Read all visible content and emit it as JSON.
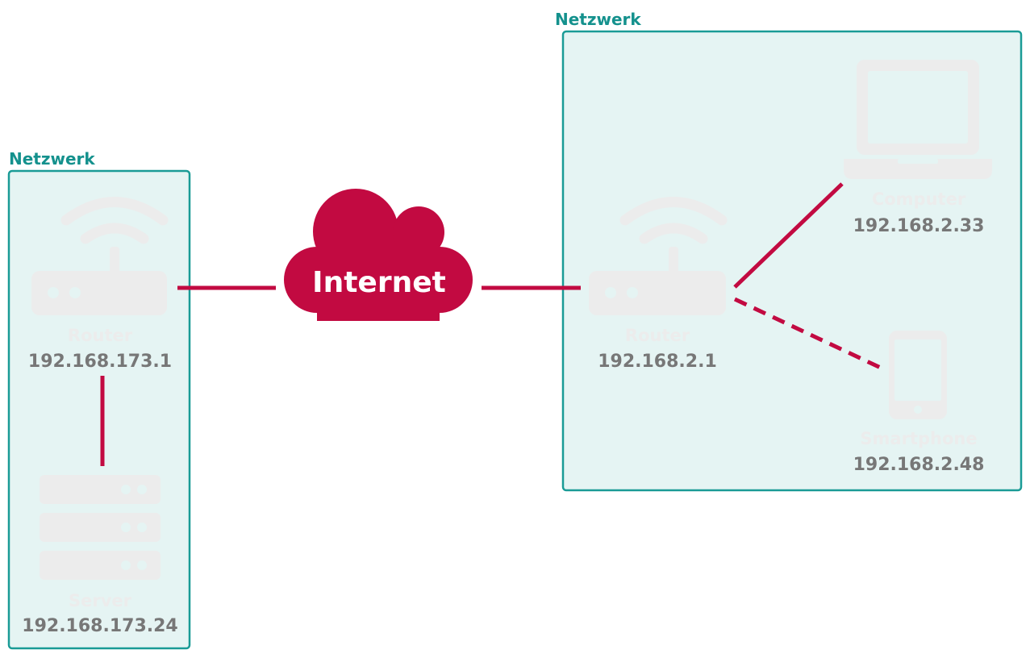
{
  "colors": {
    "accent": "#c20a41",
    "network_border": "#1a9b96",
    "network_title": "#14918d",
    "network_fill": "#e5f4f3",
    "icon_fill": "#ececec",
    "device_label": "#ececec",
    "ip_label": "#777777",
    "cloud_text": "#ffffff"
  },
  "left_network": {
    "title": "Netzwerk",
    "router": {
      "icon": "router-icon",
      "label": "Router",
      "ip": "192.168.173.1"
    },
    "server": {
      "icon": "server-icon",
      "label": "Server",
      "ip": "192.168.173.24"
    }
  },
  "internet": {
    "icon": "cloud-icon",
    "label": "Internet"
  },
  "right_network": {
    "title": "Netzwerk",
    "router": {
      "icon": "router-icon",
      "label": "Router",
      "ip": "192.168.2.1"
    },
    "computer": {
      "icon": "laptop-icon",
      "label": "Computer",
      "ip": "192.168.2.33"
    },
    "smartphone": {
      "icon": "smartphone-icon",
      "label": "Smartphone",
      "ip": "192.168.2.48"
    }
  },
  "connections": [
    {
      "from": "left-router",
      "to": "internet",
      "style": "solid"
    },
    {
      "from": "internet",
      "to": "right-router",
      "style": "solid"
    },
    {
      "from": "left-router",
      "to": "left-server",
      "style": "solid"
    },
    {
      "from": "right-router",
      "to": "computer",
      "style": "solid"
    },
    {
      "from": "right-router",
      "to": "smartphone",
      "style": "dashed"
    }
  ]
}
